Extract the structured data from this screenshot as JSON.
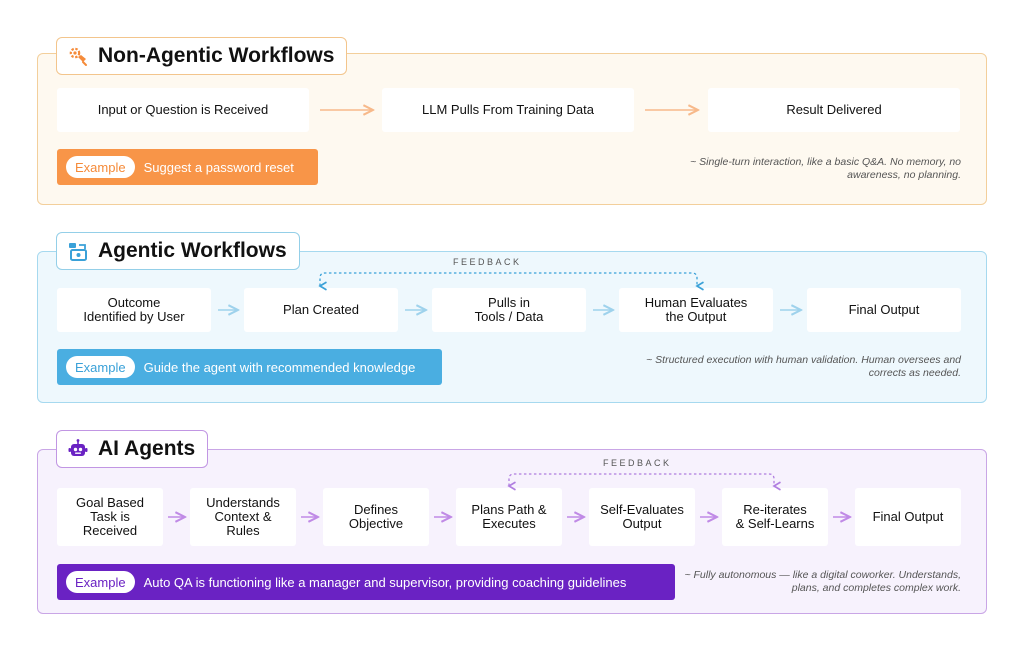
{
  "sections": [
    {
      "title": "Non-Agentic Workflows",
      "icon": "gear-hand-icon",
      "steps": [
        "Input or Question is Received",
        "LLM Pulls From Training Data",
        "Result Delivered"
      ],
      "example_label": "Example",
      "example_text": "Suggest a password reset",
      "note": "~ Single-turn interaction, like a basic Q&A. No memory, no awareness, no planning.",
      "colors": {
        "accent": "#f89548",
        "arrow": "#f7b98a",
        "border": "#f3cf9b",
        "bg": "#fef9f0"
      }
    },
    {
      "title": "Agentic Workflows",
      "icon": "workflow-icon",
      "feedback_label": "FEEDBACK",
      "steps": [
        "Outcome\nIdentified by User",
        "Plan Created",
        "Pulls in\nTools / Data",
        "Human Evaluates\nthe Output",
        "Final Output"
      ],
      "example_label": "Example",
      "example_text": "Guide the agent with recommended knowledge",
      "note": "~ Structured execution with human validation. Human oversees and corrects as needed.",
      "colors": {
        "accent": "#4aaee1",
        "arrow": "#9ed2ec",
        "border": "#a6d9ef",
        "bg": "#eef8fd"
      }
    },
    {
      "title": "AI Agents",
      "icon": "robot-icon",
      "feedback_label": "FEEDBACK",
      "steps": [
        "Goal Based\nTask is\nReceived",
        "Understands\nContext &\nRules",
        "Defines\nObjective",
        "Plans Path &\nExecutes",
        "Self-Evaluates\nOutput",
        "Re-iterates\n& Self-Learns",
        "Final Output"
      ],
      "example_label": "Example",
      "example_text": "Auto QA is functioning like a manager and supervisor, providing coaching guidelines",
      "note": "~ Fully autonomous — like a digital coworker. Understands, plans, and completes complex work.",
      "colors": {
        "accent": "#6a22c3",
        "arrow": "#c08ae6",
        "border": "#c9a6e6",
        "bg": "#f7f2fd"
      }
    }
  ]
}
